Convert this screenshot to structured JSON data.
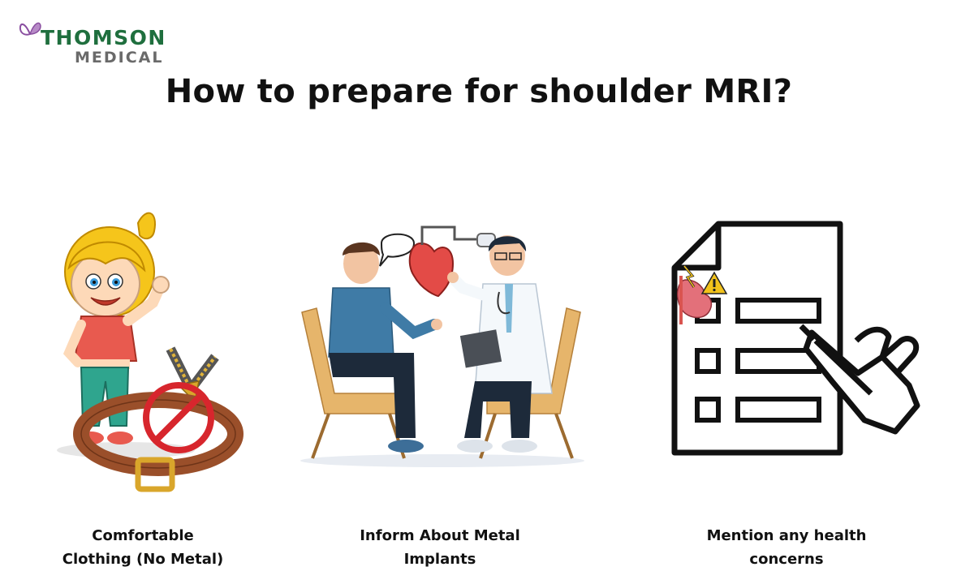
{
  "brand": {
    "line1": "THOMSON",
    "line2": "MEDICAL",
    "accent_color": "#1f6f3e",
    "secondary_color": "#6a6a6a",
    "mark_color": "#8a4fa0"
  },
  "title": "How to prepare for shoulder MRI?",
  "steps": [
    {
      "icon": "child-with-belt-no-metal-icon",
      "caption_line1": "Comfortable",
      "caption_line2": "Clothing (No Metal)"
    },
    {
      "icon": "doctor-patient-consultation-icon",
      "caption_line1": "Inform About Metal",
      "caption_line2": "Implants"
    },
    {
      "icon": "checklist-form-writing-icon",
      "caption_line1": "Mention any health",
      "caption_line2": "concerns"
    }
  ]
}
